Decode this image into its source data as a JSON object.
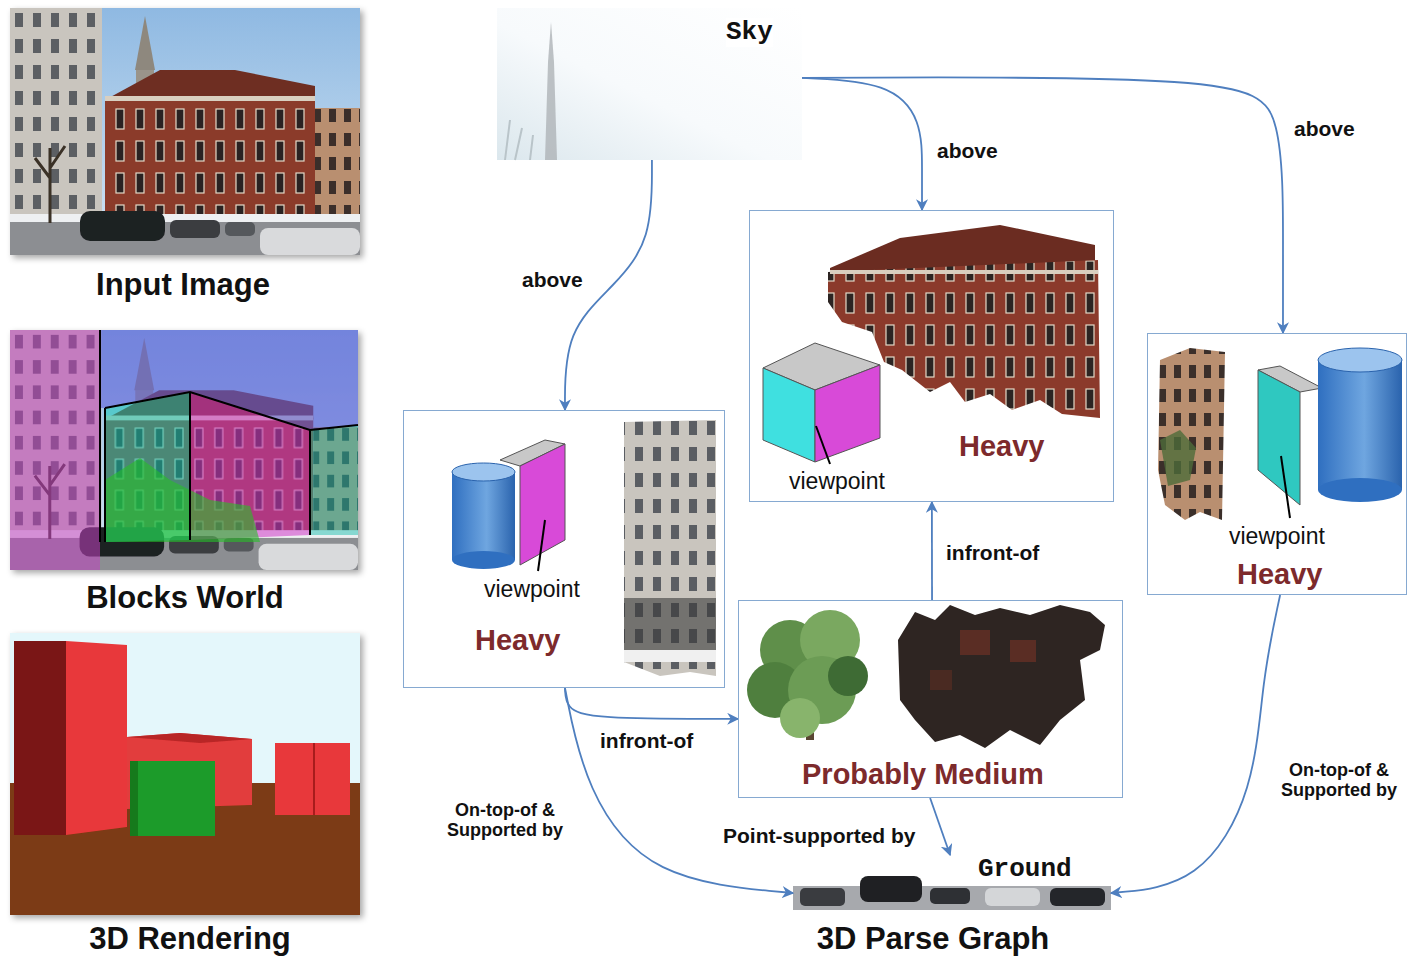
{
  "diagram": {
    "caption": "3D Parse Graph",
    "nodes": [
      {
        "text": [
          "Sky"
        ]
      },
      {
        "text": [
          "viewpoint",
          "Heavy"
        ]
      },
      {
        "text": [
          "viewpoint",
          "Heavy"
        ]
      },
      {
        "text": [
          "viewpoint",
          "Heavy"
        ]
      },
      {
        "text": [
          "Probably Medium"
        ]
      },
      {
        "text": [
          "Ground"
        ]
      }
    ],
    "edges": [
      {
        "from": 0,
        "to": 3,
        "label": "above",
        "arrow": "to"
      },
      {
        "from": 0,
        "to": 1,
        "label": "above",
        "arrow": "to"
      },
      {
        "from": 0,
        "to": 2,
        "label": "above",
        "arrow": "to"
      },
      {
        "from": 4,
        "to": 1,
        "label": "infront-of",
        "arrow": "to"
      },
      {
        "from": 3,
        "to": 4,
        "label": "infront-of",
        "arrow": "to"
      },
      {
        "from": 3,
        "to": 5,
        "label": "On-top-of & Supported by",
        "arrow": "to"
      },
      {
        "from": 4,
        "to": 5,
        "label": "Point-supported by",
        "arrow": "to"
      },
      {
        "from": 2,
        "to": 5,
        "label": "On-top-of & Supported by",
        "arrow": "to"
      }
    ],
    "labels": [
      "Input Image",
      "Blocks World",
      "3D Rendering"
    ]
  }
}
